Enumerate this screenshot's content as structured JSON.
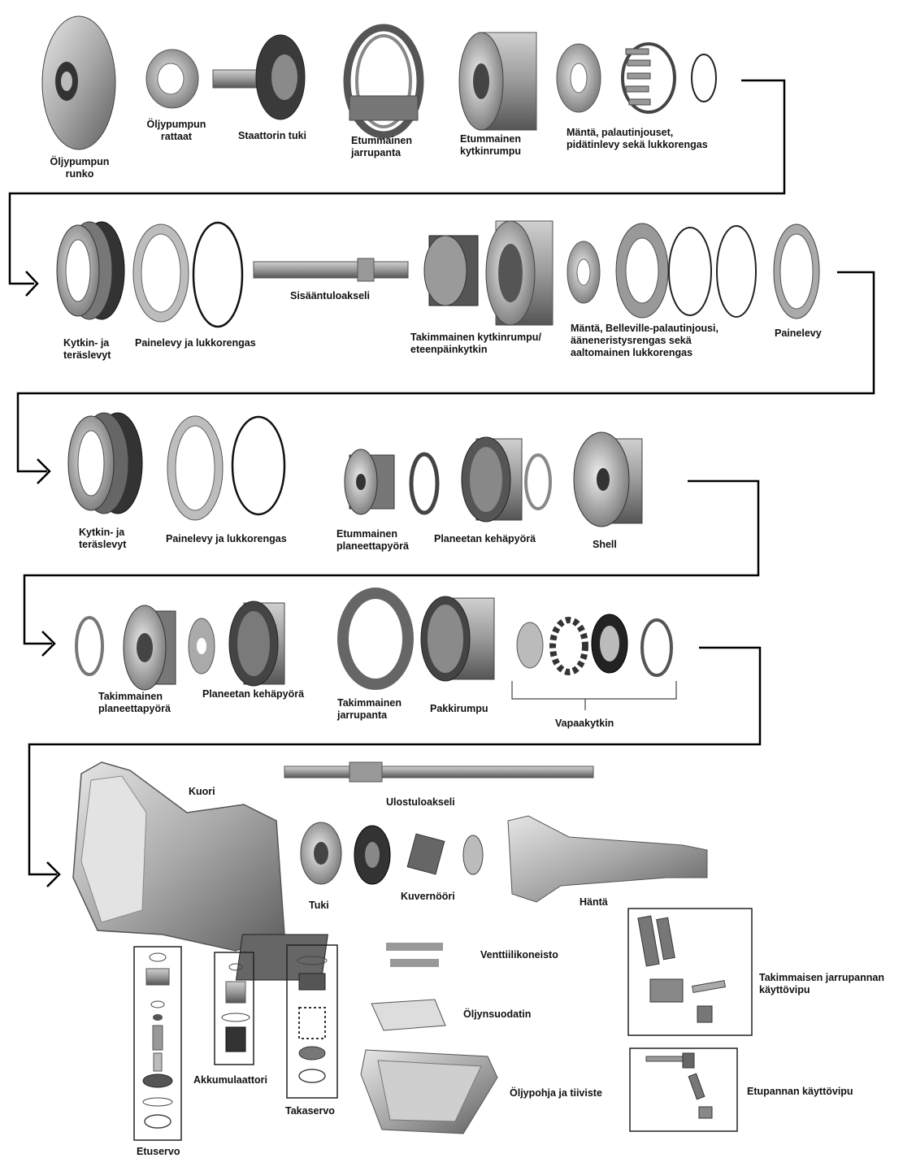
{
  "labels": {
    "oil_pump_body": "Öljypumpun\nrunko",
    "oil_pump_gears": "Öljypumpun\nrattaat",
    "stator_support": "Staattorin tuki",
    "front_band": "Etummainen\njarrupanta",
    "front_clutch_drum": "Etummainen\nkytkinrumpu",
    "piston_springs": "Mäntä, palautinjouset,\npidätinlevy sekä lukkorengas",
    "clutch_steel_1": "Kytkin- ja\nteräslevyt",
    "pressure_plate_snap_1": "Painelevy ja lukkorengas",
    "input_shaft": "Sisääntuloakseli",
    "rear_clutch_drum": "Takimmainen kytkinrumpu/\neteenpäinkytkin",
    "piston_belleville": "Mäntä, Belleville-palautinjousi,\nääneneristysrengas sekä\naaltomainen lukkorengas",
    "pressure_plate": "Painelevy",
    "clutch_steel_2": "Kytkin- ja\nteräslevyt",
    "pressure_plate_snap_2": "Painelevy ja lukkorengas",
    "front_planetary": "Etummainen\nplaneettapyörä",
    "ring_gear_1": "Planeetan kehäpyörä",
    "shell": "Shell",
    "rear_planetary": "Takimmainen\nplaneettapyörä",
    "ring_gear_2": "Planeetan kehäpyörä",
    "rear_band": "Takimmainen\njarrupanta",
    "pack_drum": "Pakkirumpu",
    "freewheel": "Vapaakytkin",
    "case": "Kuori",
    "output_shaft": "Ulostuloakseli",
    "support": "Tuki",
    "governor": "Kuvernööri",
    "tail": "Häntä",
    "valve_body": "Venttiilikoneisto",
    "oil_filter": "Öljynsuodatin",
    "oil_pan": "Öljypohja ja tiiviste",
    "rear_band_lever": "Takimmaisen jarrupannan\nkäyttövipu",
    "front_band_lever": "Etupannan käyttövipu",
    "accumulator": "Akkumulaattori",
    "rear_servo": "Takaservo",
    "front_servo": "Etuservo"
  }
}
